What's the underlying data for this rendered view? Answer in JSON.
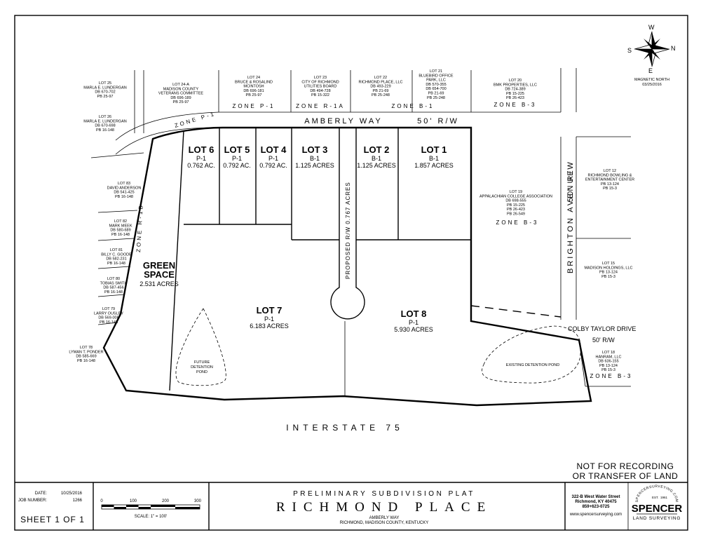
{
  "adjacent": [
    {
      "lines": [
        "LOT 25",
        "MARLA E. LUNDERGAN",
        "DB 670-702",
        "PB 25-97"
      ]
    },
    {
      "lines": [
        "LOT 26",
        "MARLA E. LUNDERGAN",
        "DB 670-698",
        "PB 16-148"
      ]
    },
    {
      "lines": [
        "LOT 24-A",
        "MADISON COUNTY",
        "VETERANS COMMITTEE",
        "DB 696-189",
        "PB 25-97"
      ]
    },
    {
      "lines": [
        "LOT 24",
        "BRUCE & ROSALIND",
        "MCINTOSH",
        "DB 696-181",
        "PB 25-97"
      ]
    },
    {
      "lines": [
        "LOT 23",
        "CITY OF RICHMOND",
        "UTILITIES BOARD",
        "DB 494-728",
        "PB 15-322"
      ]
    },
    {
      "lines": [
        "LOT 22",
        "RICHMOND PLACE, LLC",
        "DB 493-229",
        "PB 21-69",
        "PB 25-248"
      ]
    },
    {
      "lines": [
        "LOT 21",
        "BLUEBIRD OFFICE",
        "PARK, LLC",
        "DB 570-355",
        "DB 654-700",
        "PB 21-69",
        "PB 25-248"
      ]
    },
    {
      "lines": [
        "LOT 20",
        "BMK PROPERTIES, LLC",
        "DB 724-389",
        "PB 15-225",
        "PB 26-423"
      ]
    },
    {
      "lines": [
        "LOT 83",
        "DAVID ANDERSON",
        "DB 541-425",
        "PB 16-148"
      ]
    },
    {
      "lines": [
        "LOT 82",
        "MARK MEEK",
        "DB 580-689",
        "PB 16-148"
      ]
    },
    {
      "lines": [
        "LOT 81",
        "BILLY C. GOODE",
        "DB 582-231",
        "PB 16-148"
      ]
    },
    {
      "lines": [
        "LOT 80",
        "TOBIAS SMITH",
        "DB 587-456",
        "PB 16-148"
      ]
    },
    {
      "lines": [
        "LOT 79",
        "LARRY OUSLEY",
        "DB 569-008",
        "PB 16-148"
      ]
    },
    {
      "lines": [
        "LOT 78",
        "LYMAN T. PONDER",
        "DB 585-669",
        "PB 16-148"
      ]
    },
    {
      "lines": [
        "LOT 19",
        "APPALACHIAN COLLEGE ASSOCIATION",
        "DB 698-555",
        "PB 15-225",
        "PB 26-423",
        "PB 26-549"
      ]
    },
    {
      "lines": [
        "LOT 12",
        "RICHMOND BOWLING &",
        "ENTERTAINMENT CENTER",
        "PB 13-124",
        "PB 15-3"
      ]
    },
    {
      "lines": [
        "LOT 15",
        "MADISON HOLDINGS, LLC",
        "PB 13-124",
        "PB 15-3"
      ]
    },
    {
      "lines": [
        "LOT 18",
        "HANRAM, LLC",
        "DB 636-155",
        "PB 13-124",
        "PB 15-3"
      ]
    }
  ],
  "lots": [
    {
      "title": "LOT 6",
      "zone": "P-1",
      "area": "0.762 AC."
    },
    {
      "title": "LOT 5",
      "zone": "P-1",
      "area": "0.792 AC."
    },
    {
      "title": "LOT 4",
      "zone": "P-1",
      "area": "0.792 AC."
    },
    {
      "title": "LOT 3",
      "zone": "B-1",
      "area": "1.125 ACRES"
    },
    {
      "title": "LOT 2",
      "zone": "B-1",
      "area": "1.125 ACRES"
    },
    {
      "title": "LOT 1",
      "zone": "B-1",
      "area": "1.857 ACRES"
    },
    {
      "title": "LOT 7",
      "zone": "P-1",
      "area": "6.183 ACRES"
    },
    {
      "title": "LOT 8",
      "zone": "P-1",
      "area": "5.930 ACRES"
    }
  ],
  "green_space": {
    "line1": "GREEN",
    "line2": "SPACE",
    "area": "2.531 ACRES"
  },
  "zones": {
    "p1_top": "ZONE P-1",
    "r1a": "ZONE R-1A",
    "b1": "ZONE B-1",
    "b3_top": "ZONE B-3",
    "p1_curve": "ZONE P-1",
    "r1b": "ZONE R-1B",
    "b3_lot19": "ZONE B-3",
    "b3_lot18": "ZONE B-3"
  },
  "roads": {
    "amberly": "AMBERLY WAY",
    "amberly_rw": "50' R/W",
    "brighton": "BRIGHTON AVENUE",
    "brighton_rw": "50' R/W",
    "colby": "COLBY TAYLOR DRIVE",
    "colby_rw": "50' R/W",
    "proposed": "PROPOSED R/W 0.767 ACRES",
    "interstate": "INTERSTATE 75"
  },
  "ponds": {
    "future": [
      "FUTURE",
      "DETENTION",
      "POND"
    ],
    "existing": "EXISTING DETENTION POND"
  },
  "north": {
    "n": "N",
    "s": "S",
    "e": "E",
    "w": "W",
    "label": "MAGNETIC NORTH",
    "date": "03/25/2016"
  },
  "notice": {
    "line1": "NOT FOR RECORDING",
    "line2": "OR TRANSFER OF LAND"
  },
  "title_block": {
    "date_label": "DATE:",
    "date_value": "10/25/2016",
    "job_label": "JOB NUMBER:",
    "job_value": "1266",
    "sheet": "SHEET 1 OF 1",
    "scale_ticks": [
      "0",
      "100",
      "200",
      "300"
    ],
    "scale_label": "SCALE: 1\" = 100'",
    "plat_type": "PRELIMINARY SUBDIVISION PLAT",
    "project": "RICHMOND PLACE",
    "street": "AMBERLY WAY",
    "location": "RICHMOND, MADISON COUNTY, KENTUCKY",
    "address1": "322-B West Water Street",
    "address2": "Richmond, KY 40475",
    "phone": "859+623-0725",
    "web": "www.spencersurveying.com",
    "logo_arc": "SPENCERSURVEYING.COM",
    "logo_est": "EST.",
    "logo_year": "1961",
    "logo_name": "SPENCER",
    "logo_sub": "LAND SURVEYING"
  }
}
